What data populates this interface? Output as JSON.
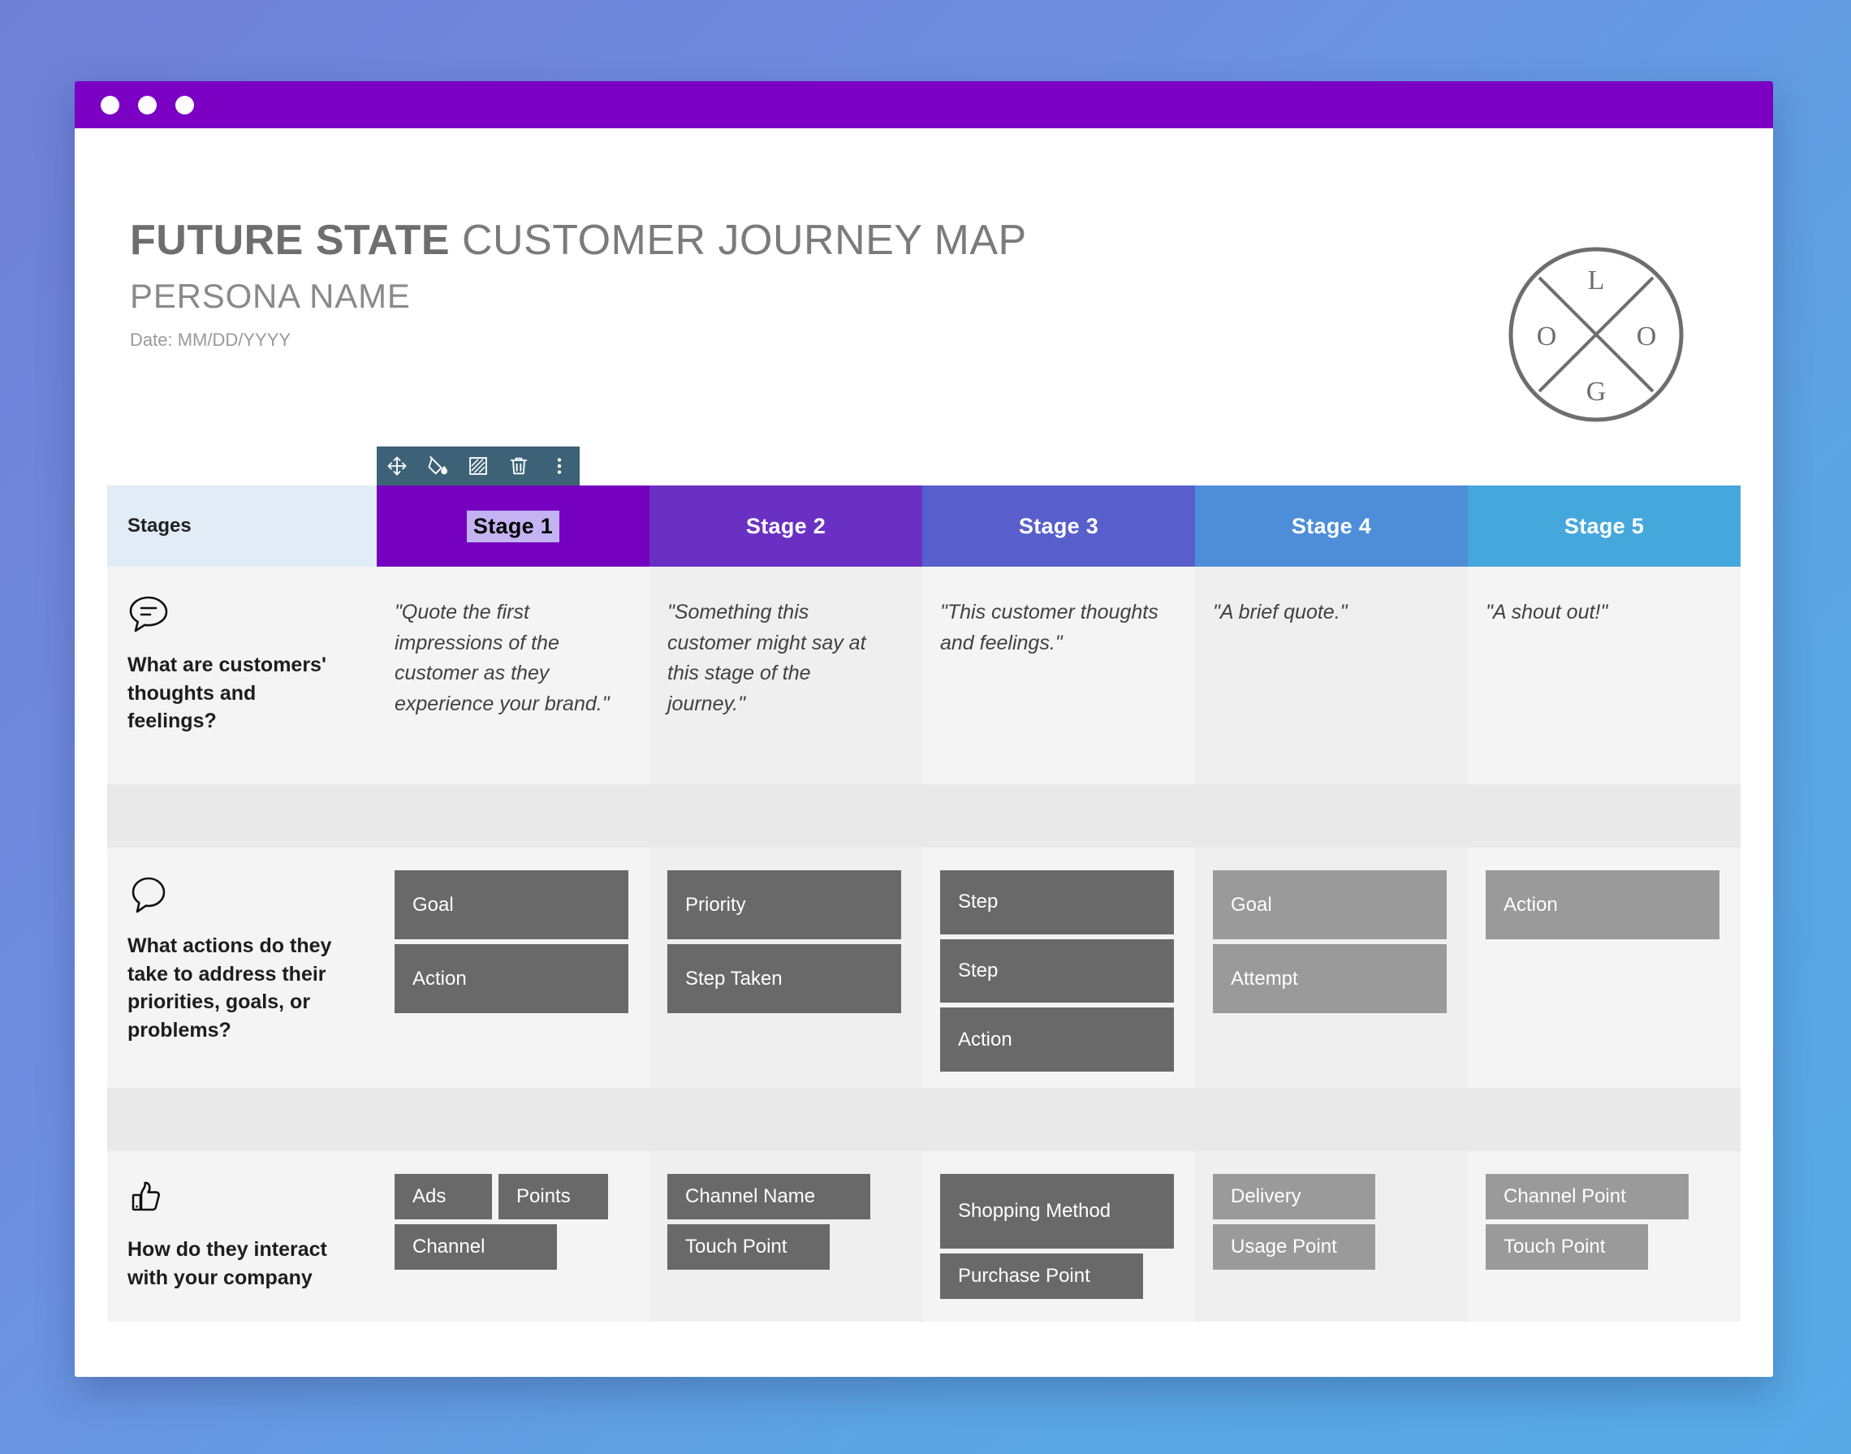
{
  "window": {
    "traffic_lights": [
      "dot-1",
      "dot-2",
      "dot-3"
    ],
    "title_bar_color": "#7b00c4"
  },
  "header": {
    "title_strong": "FUTURE STATE",
    "title_rest": " CUSTOMER JOURNEY MAP",
    "persona": "PERSONA NAME",
    "date": "Date: MM/DD/YYYY",
    "logo": {
      "top": "L",
      "left": "O",
      "right": "O",
      "bottom": "G"
    }
  },
  "element_toolbar": {
    "visible": true,
    "attached_to": "Stage 1",
    "background": "#3d6277",
    "buttons": [
      {
        "name": "move-icon",
        "label": "Move"
      },
      {
        "name": "fill-color-icon",
        "label": "Fill color"
      },
      {
        "name": "pattern-fill-icon",
        "label": "Pattern fill"
      },
      {
        "name": "delete-icon",
        "label": "Delete"
      },
      {
        "name": "more-options-icon",
        "label": "More options"
      }
    ]
  },
  "grid": {
    "row_header_label": "Stages",
    "stages": [
      {
        "label": "Stage 1",
        "color": "#7500c0",
        "selected": true
      },
      {
        "label": "Stage 2",
        "color": "#6a30c4",
        "selected": false
      },
      {
        "label": "Stage 3",
        "color": "#585fcc",
        "selected": false
      },
      {
        "label": "Stage 4",
        "color": "#4e8ed9",
        "selected": false
      },
      {
        "label": "Stage 5",
        "color": "#45a8dc",
        "selected": false
      }
    ],
    "rows": [
      {
        "key": "thoughts",
        "icon": "speech-bubble-lines-icon",
        "label": "What are customers' thoughts and feelings?",
        "cells": [
          {
            "quote": "\"Quote the first impressions of the customer as they experience your brand.\""
          },
          {
            "quote": "\"Something this customer might say at this stage of the journey.\""
          },
          {
            "quote": "\"This customer thoughts and feelings.\""
          },
          {
            "quote": "\"A brief quote.\""
          },
          {
            "quote": "\"A shout out!\""
          }
        ]
      },
      {
        "key": "actions",
        "icon": "speech-bubble-icon",
        "label": "What actions do they take to address their priorities, goals, or problems?",
        "cells": [
          {
            "chips": [
              {
                "text": "Goal",
                "tone": "dark"
              },
              {
                "text": "Action",
                "tone": "dark"
              }
            ]
          },
          {
            "chips": [
              {
                "text": "Priority",
                "tone": "dark"
              },
              {
                "text": "Step Taken",
                "tone": "dark"
              }
            ]
          },
          {
            "chips": [
              {
                "text": "Step",
                "tone": "dark"
              },
              {
                "text": "Step",
                "tone": "dark"
              },
              {
                "text": "Action",
                "tone": "dark"
              }
            ]
          },
          {
            "chips": [
              {
                "text": "Goal",
                "tone": "light"
              },
              {
                "text": "Attempt",
                "tone": "light"
              }
            ]
          },
          {
            "chips": [
              {
                "text": "Action",
                "tone": "light"
              }
            ]
          }
        ]
      },
      {
        "key": "channels",
        "icon": "thumbs-up-icon",
        "label": "How do they interact with your company",
        "cells": [
          {
            "chip_rows": [
              [
                {
                  "text": "Ads",
                  "tone": "dark",
                  "w": "w-ads"
                },
                {
                  "text": "Points",
                  "tone": "dark",
                  "w": "w-points"
                }
              ],
              [
                {
                  "text": "Channel",
                  "tone": "dark",
                  "w": "w-med"
                }
              ]
            ]
          },
          {
            "chip_rows": [
              [
                {
                  "text": "Channel Name",
                  "tone": "dark",
                  "w": "w-wide"
                }
              ],
              [
                {
                  "text": "Touch Point",
                  "tone": "dark",
                  "w": "w-med"
                }
              ]
            ]
          },
          {
            "chip_rows": [
              [
                {
                  "text": "Shopping Method",
                  "tone": "dark",
                  "w": "w-two"
                }
              ],
              [
                {
                  "text": "Purchase Point",
                  "tone": "dark",
                  "w": "w-wide"
                }
              ]
            ]
          },
          {
            "chip_rows": [
              [
                {
                  "text": "Delivery",
                  "tone": "light",
                  "w": "w-med"
                }
              ],
              [
                {
                  "text": "Usage Point",
                  "tone": "light",
                  "w": "w-med"
                }
              ]
            ]
          },
          {
            "chip_rows": [
              [
                {
                  "text": "Channel Point",
                  "tone": "light",
                  "w": "w-wide"
                }
              ],
              [
                {
                  "text": "Touch Point",
                  "tone": "light",
                  "w": "w-med"
                }
              ]
            ]
          }
        ]
      }
    ]
  }
}
